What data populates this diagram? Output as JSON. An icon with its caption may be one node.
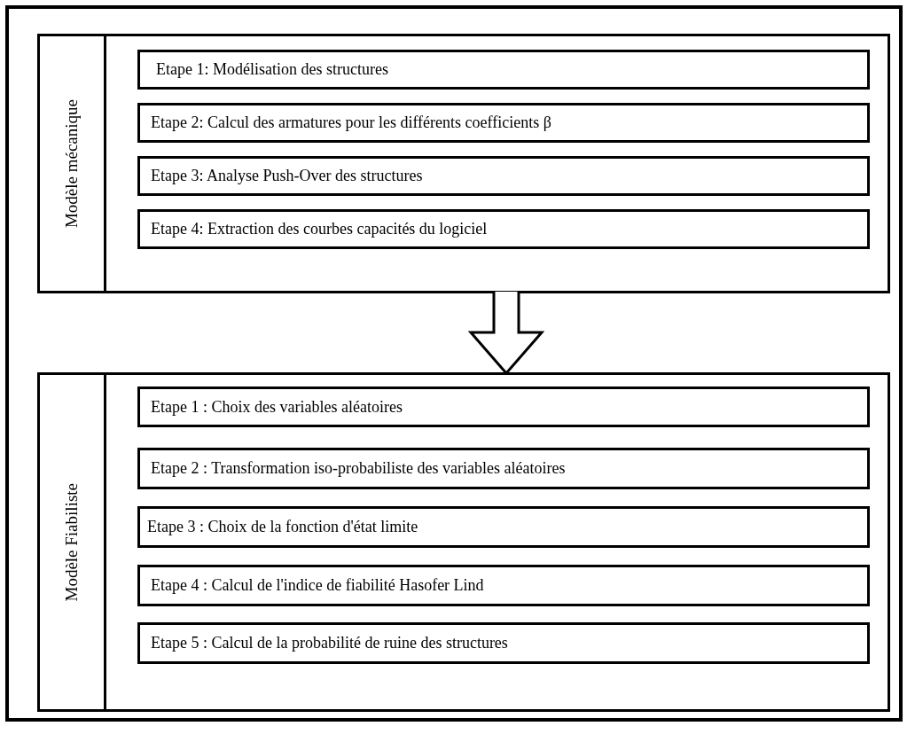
{
  "diagram": {
    "nodes": [
      {
        "text": [
          "Modèle mécanique"
        ]
      },
      {
        "text": [
          "Etape 1: Modélisation des structures"
        ],
        "in": 0
      },
      {
        "text": [
          "Etape 2: Calcul des armatures pour les différents coefficients β"
        ],
        "in": 0
      },
      {
        "text": [
          "Etape 3: Analyse Push-Over des structures"
        ],
        "in": 0
      },
      {
        "text": [
          "Etape 4: Extraction des courbes capacités du logiciel"
        ],
        "in": 0
      },
      {
        "text": [
          "Modèle Fiabiliste"
        ]
      },
      {
        "text": [
          "Etape 1 : Choix des variables aléatoires"
        ],
        "in": 5
      },
      {
        "text": [
          "Etape 2 : Transformation iso-probabiliste des variables aléatoires"
        ],
        "in": 5
      },
      {
        "text": [
          "Etape 3 : Choix de la fonction d'état limite"
        ],
        "in": 5
      },
      {
        "text": [
          "Etape 4 : Calcul de l'indice de fiabilité Hasofer Lind"
        ],
        "in": 5
      },
      {
        "text": [
          "Etape 5 : Calcul de la probabilité de ruine des structures"
        ],
        "in": 5
      }
    ],
    "edges": [
      {
        "from": 0,
        "to": 5,
        "arrow": "to"
      }
    ]
  }
}
